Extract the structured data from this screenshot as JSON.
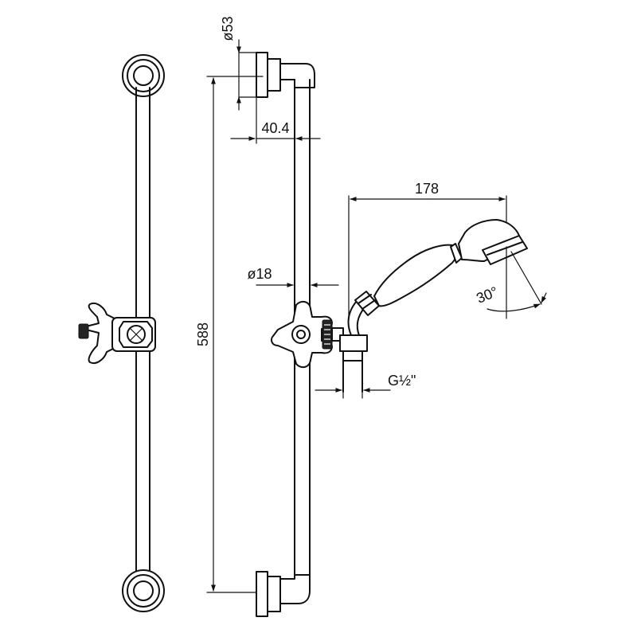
{
  "dimensions": {
    "flange_diameter": "ø53",
    "wall_offset": "40.4",
    "handshower_length": "178",
    "rail_diameter": "ø18",
    "rail_length": "588",
    "outlet_thread": "G½\"",
    "head_angle": "30°"
  },
  "colors": {
    "line": "#111111",
    "background": "#ffffff"
  }
}
